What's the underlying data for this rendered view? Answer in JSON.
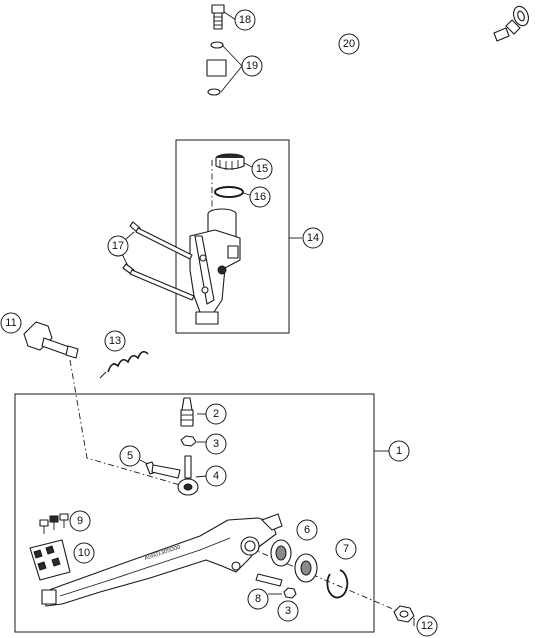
{
  "diagram": {
    "callouts": [
      {
        "label": "1"
      },
      {
        "label": "2"
      },
      {
        "label": "3"
      },
      {
        "label": "3"
      },
      {
        "label": "4"
      },
      {
        "label": "5"
      },
      {
        "label": "6"
      },
      {
        "label": "7"
      },
      {
        "label": "8"
      },
      {
        "label": "9"
      },
      {
        "label": "10"
      },
      {
        "label": "11"
      },
      {
        "label": "12"
      },
      {
        "label": "13"
      },
      {
        "label": "14"
      },
      {
        "label": "15"
      },
      {
        "label": "16"
      },
      {
        "label": "17"
      },
      {
        "label": "18"
      },
      {
        "label": "19"
      },
      {
        "label": "20"
      }
    ],
    "pedal_engraving": "A5601305000"
  }
}
